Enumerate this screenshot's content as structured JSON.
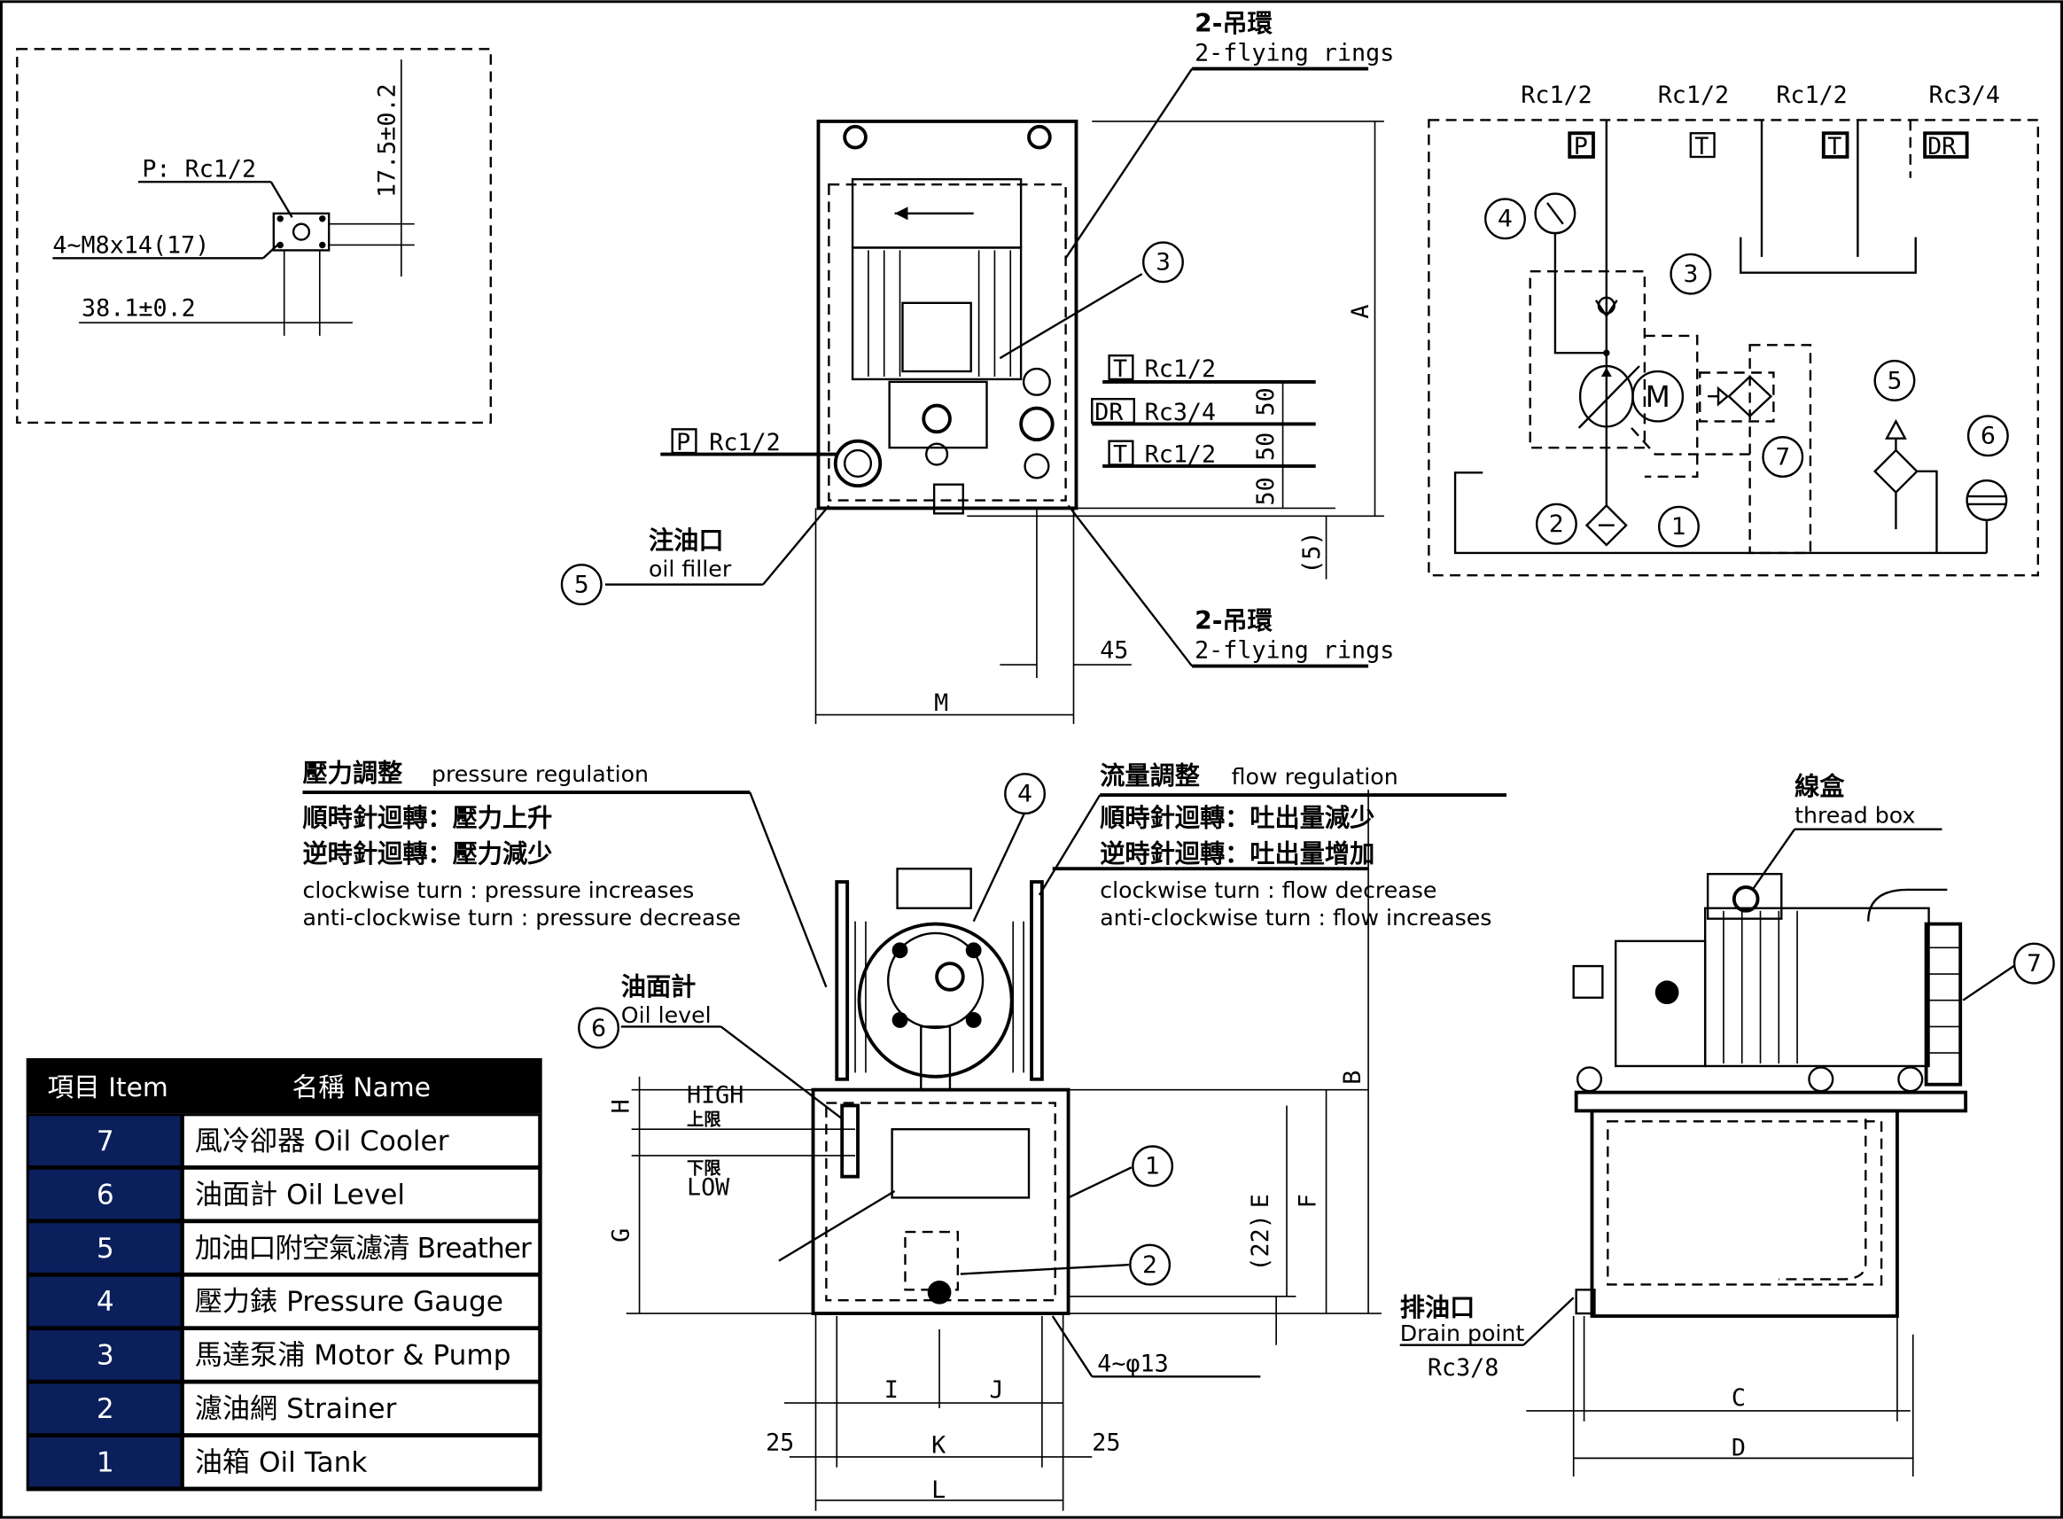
{
  "colors": {
    "table_header": "#000000",
    "table_item_cell": "#0a1f5c",
    "line": "#000000"
  },
  "detail": {
    "tol_vertical": "17.5±0.2",
    "port": "P: Rc1/2",
    "bolts": "4~M8x14(17)",
    "tol_horizontal": "38.1±0.2"
  },
  "top_view": {
    "rings_cn": "2-吊環",
    "rings_en": "2-flying rings",
    "port_t1_tag": "T",
    "port_t1": "Rc1/2",
    "port_dr_tag": "DR",
    "port_dr": "Rc3/4",
    "port_t2_tag": "T",
    "port_t2": "Rc1/2",
    "port_p_tag": "P",
    "port_p": "Rc1/2",
    "dim_50a": "50",
    "dim_50b": "50",
    "dim_50c": "50",
    "dim_a": "A",
    "dim_5": "(5)",
    "dim_45": "45",
    "dim_m": "M",
    "filler_cn": "注油口",
    "filler_en": "oil filler"
  },
  "schematic": {
    "ports": [
      "Rc1/2",
      "Rc1/2",
      "Rc1/2",
      "Rc3/4"
    ],
    "tags": [
      "P",
      "T",
      "T",
      "DR"
    ],
    "motor": "M"
  },
  "balloons": {
    "b1": "1",
    "b2": "2",
    "b3": "3",
    "b4": "4",
    "b5": "5",
    "b6": "6",
    "b7": "7"
  },
  "front_view": {
    "pressure_title_cn": "壓力調整",
    "pressure_title_en": "pressure regulation",
    "pressure_cw_cn": "順時針迴轉：壓力上升",
    "pressure_ccw_cn": "逆時針迴轉：壓力減少",
    "pressure_cw_en": "clockwise turn : pressure increases",
    "pressure_ccw_en": "anti-clockwise turn : pressure decrease",
    "flow_title_cn": "流量調整",
    "flow_title_en": "flow regulation",
    "flow_cw_cn": "順時針迴轉：吐出量減少",
    "flow_ccw_cn": "逆時針迴轉：吐出量增加",
    "flow_cw_en": "clockwise turn : flow decrease",
    "flow_ccw_en": "anti-clockwise turn : flow increases",
    "oil_level_cn": "油面計",
    "oil_level_en": "Oil level",
    "high_en": "HIGH",
    "high_cn": "上限",
    "low_cn": "下限",
    "low_en": "LOW",
    "dim_h": "H",
    "dim_g": "G",
    "dim_b": "B",
    "dim_e": "E",
    "dim_f": "F",
    "dim_22": "(22)",
    "dim_i": "I",
    "dim_j": "J",
    "dim_25l": "25",
    "dim_k": "K",
    "dim_25r": "25",
    "dim_l": "L",
    "holes": "4~φ13"
  },
  "side_view": {
    "thread_box_cn": "線盒",
    "thread_box_en": "thread box",
    "drain_cn": "排油口",
    "drain_en": "Drain point",
    "drain_size": "Rc3/8",
    "dim_c": "C",
    "dim_d": "D"
  },
  "parts_table": {
    "header_item": "項目 Item",
    "header_name": "名稱 Name",
    "rows": [
      {
        "item": "7",
        "name": "風冷卻器 Oil Cooler"
      },
      {
        "item": "6",
        "name": "油面計 Oil Level"
      },
      {
        "item": "5",
        "name": "加油口附空氣濾清 Breather"
      },
      {
        "item": "4",
        "name": "壓力錶 Pressure Gauge"
      },
      {
        "item": "3",
        "name": "馬達泵浦 Motor & Pump"
      },
      {
        "item": "2",
        "name": "濾油網 Strainer"
      },
      {
        "item": "1",
        "name": "油箱 Oil Tank"
      }
    ]
  }
}
